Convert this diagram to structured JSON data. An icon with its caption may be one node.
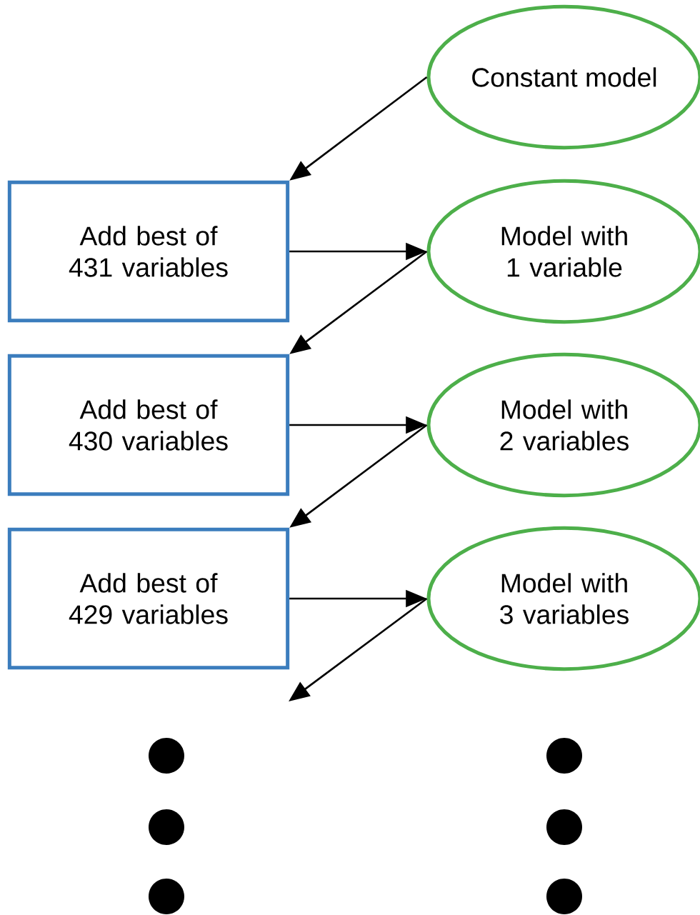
{
  "diagram": {
    "nodes": [
      {
        "text": [
          "Constant model"
        ]
      },
      {
        "text": [
          "Add best of 431 variables"
        ]
      },
      {
        "text": [
          "Model with 1 variable"
        ]
      },
      {
        "text": [
          "Add best of 430 variables"
        ]
      },
      {
        "text": [
          "Model with 2 variables"
        ]
      },
      {
        "text": [
          "Add best of 429 variables"
        ]
      },
      {
        "text": [
          "Model with 3 variables"
        ]
      }
    ],
    "edges": [
      {
        "from": 0,
        "to": 1,
        "arrow": "to"
      },
      {
        "from": 1,
        "to": 2,
        "arrow": "to"
      },
      {
        "from": 2,
        "to": 3,
        "arrow": "to"
      },
      {
        "from": 3,
        "to": 4,
        "arrow": "to"
      },
      {
        "from": 4,
        "to": 5,
        "arrow": "to"
      },
      {
        "from": 5,
        "to": 6,
        "arrow": "to"
      },
      {
        "from": 6,
        "to": null,
        "arrow": "to"
      }
    ]
  }
}
